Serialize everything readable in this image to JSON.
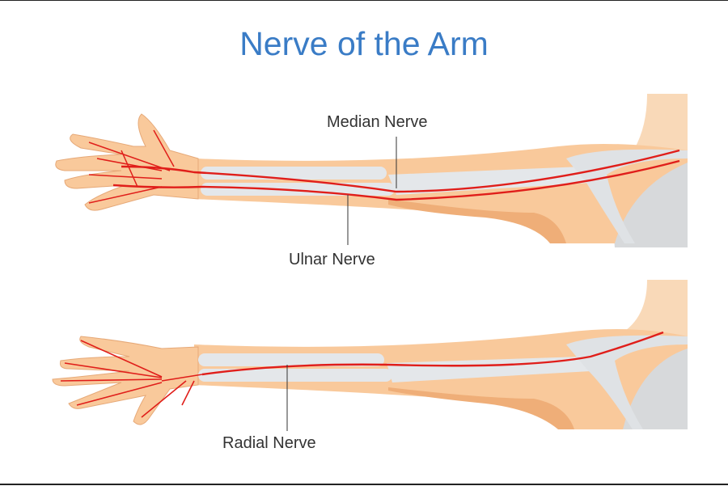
{
  "title": "Nerve of the Arm",
  "labels": {
    "median": "Median Nerve",
    "ulnar": "Ulnar Nerve",
    "radial": "Radial Nerve"
  },
  "colors": {
    "title": "#3a7cc6",
    "skin": "#f9c99b",
    "skin_shade": "#efae78",
    "bone": "#e4e7ea",
    "torso": "#d7d9db",
    "nerve": "#e01e1a"
  }
}
